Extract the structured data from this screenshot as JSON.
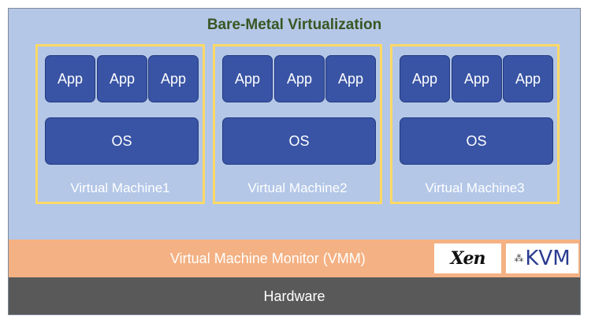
{
  "title": "Bare-Metal Virtualization",
  "vms": [
    {
      "apps": [
        "App",
        "App",
        "App"
      ],
      "os": "OS",
      "label": "Virtual Machine1"
    },
    {
      "apps": [
        "App",
        "App",
        "App"
      ],
      "os": "OS",
      "label": "Virtual Machine2"
    },
    {
      "apps": [
        "App",
        "App",
        "App"
      ],
      "os": "OS",
      "label": "Virtual Machine3"
    }
  ],
  "vmm": {
    "label": "Virtual Machine Monitor (VMM)",
    "logos": [
      "Xen",
      "KVM"
    ]
  },
  "hardware": {
    "label": "Hardware"
  },
  "colors": {
    "background": "#b4c7e7",
    "box": "#3954a5",
    "vm_border": "#ffd966",
    "vmm": "#f4b183",
    "hardware": "#595959",
    "title": "#385723"
  }
}
